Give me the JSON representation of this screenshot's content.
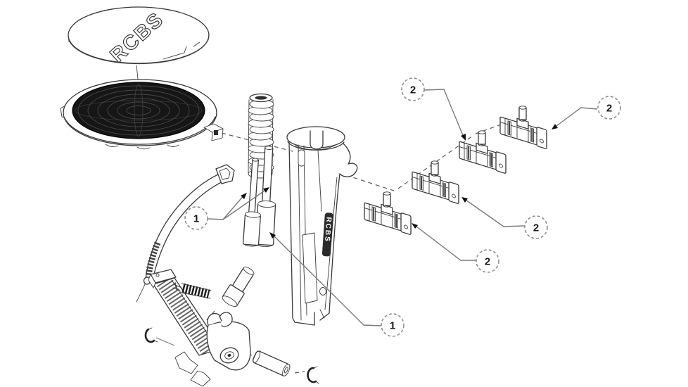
{
  "figure": {
    "description": "Exploded parts line diagram of an RCBS hand priming tool",
    "background": "#ffffff"
  },
  "branding": {
    "lid_text": "RCBS",
    "body_text": "RCBS"
  },
  "callouts": [
    {
      "id": "item-1-primer-rod",
      "number": "1"
    },
    {
      "id": "item-1-rod-sleeve",
      "number": "1"
    },
    {
      "id": "item-2-slide-upper-left",
      "number": "2"
    },
    {
      "id": "item-2-slide-upper-right",
      "number": "2"
    },
    {
      "id": "item-2-slide-middle",
      "number": "2"
    },
    {
      "id": "item-2-slide-lower",
      "number": "2"
    }
  ],
  "colors": {
    "line": "#3a3a3a",
    "leader": "#7a7a7a",
    "callout_stroke": "#8f8f8f",
    "dark_fill": "#161616",
    "number_text": "#1a1a1a"
  },
  "parts": [
    "lid-cover",
    "primer-tray",
    "compression-spring",
    "small-primer-rod",
    "large-primer-rod",
    "link-arm",
    "main-body",
    "handle-lever",
    "handle-spring-screw",
    "shoulder-bolt",
    "pivot-pin",
    "e-clip-left",
    "e-clip-right",
    "retainer-slide-upper-left",
    "retainer-slide-upper-right",
    "retainer-slide-middle",
    "retainer-slide-lower"
  ]
}
